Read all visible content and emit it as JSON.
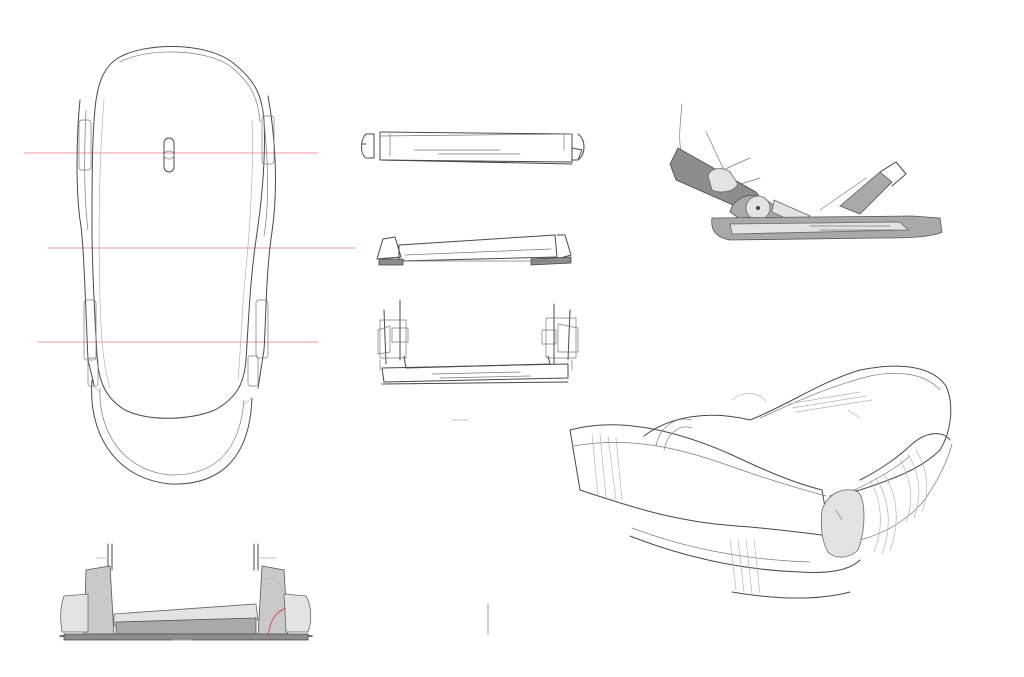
{
  "sheet": {
    "subject": "binding",
    "colors": {
      "paper": "#ffffff",
      "line": "#4a4a4a",
      "guide_line": "#ee9aa0",
      "shade_light": "#e3e3e3",
      "shade": "#c9c9c9",
      "shade_dark": "#8d8d8d"
    },
    "views": [
      {
        "name": "top-plan-view",
        "style": "line"
      },
      {
        "name": "side-profile-view-1",
        "style": "line"
      },
      {
        "name": "side-profile-view-2",
        "style": "line"
      },
      {
        "name": "side-profile-view-3",
        "style": "line"
      },
      {
        "name": "side-render-with-hand",
        "style": "shaded"
      },
      {
        "name": "front-elevation-view",
        "style": "shaded"
      },
      {
        "name": "perspective-view",
        "style": "line-with-shading"
      }
    ]
  }
}
